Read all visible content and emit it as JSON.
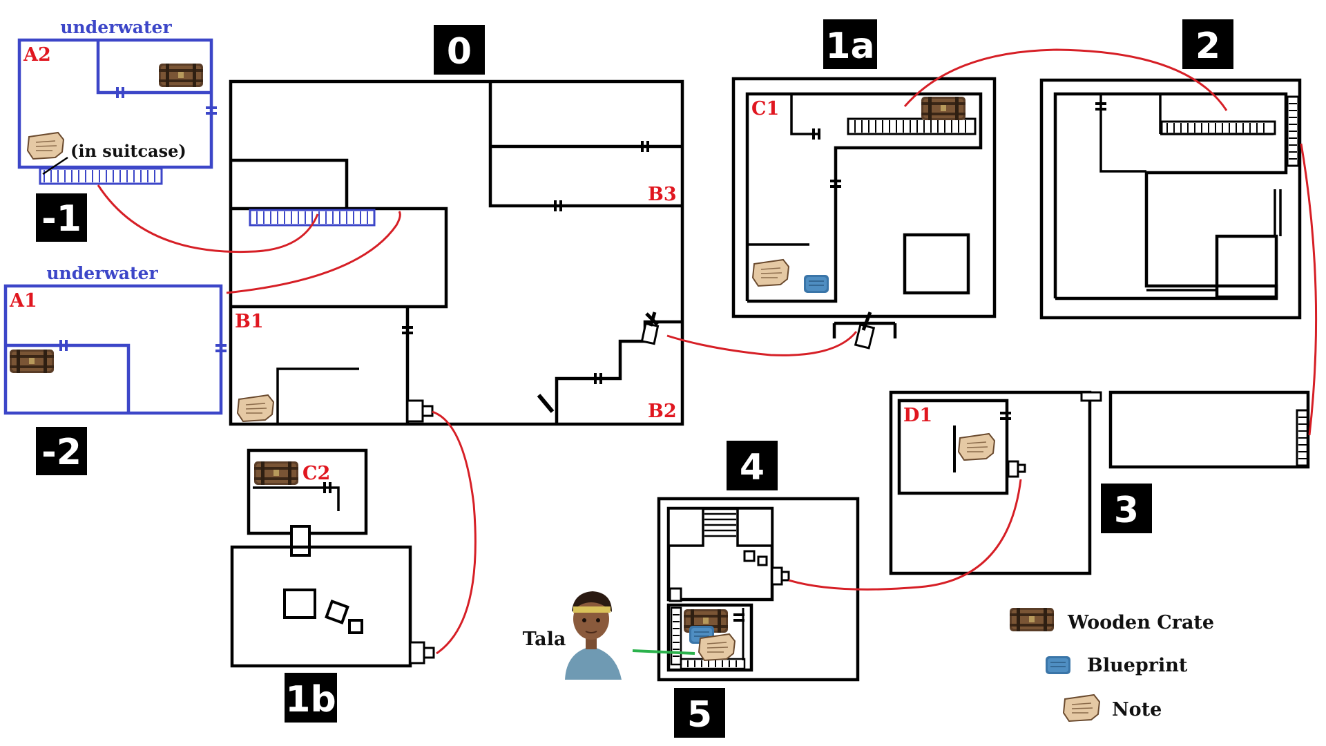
{
  "floors": {
    "f0": "0",
    "f1a": "1a",
    "f2": "2",
    "fm1": "-1",
    "fm2": "-2",
    "f1b": "1b",
    "f3": "3",
    "f4": "4",
    "f5": "5"
  },
  "rooms": {
    "a2": "A2",
    "a1": "A1",
    "b1": "B1",
    "b2": "B2",
    "b3": "B3",
    "c1": "C1",
    "c2": "C2",
    "d1": "D1"
  },
  "annotations": {
    "underwater_1": "underwater",
    "underwater_2": "underwater",
    "in_suitcase": "(in suitcase)"
  },
  "npc": {
    "name": "Tala"
  },
  "legend": {
    "crate": "Wooden Crate",
    "blueprint": "Blueprint",
    "note": "Note"
  },
  "colors": {
    "underwater_walls": "#3c46c8",
    "room_labels": "#e0161f",
    "routes": "#d61f26",
    "tala_link": "#2bb24c"
  }
}
